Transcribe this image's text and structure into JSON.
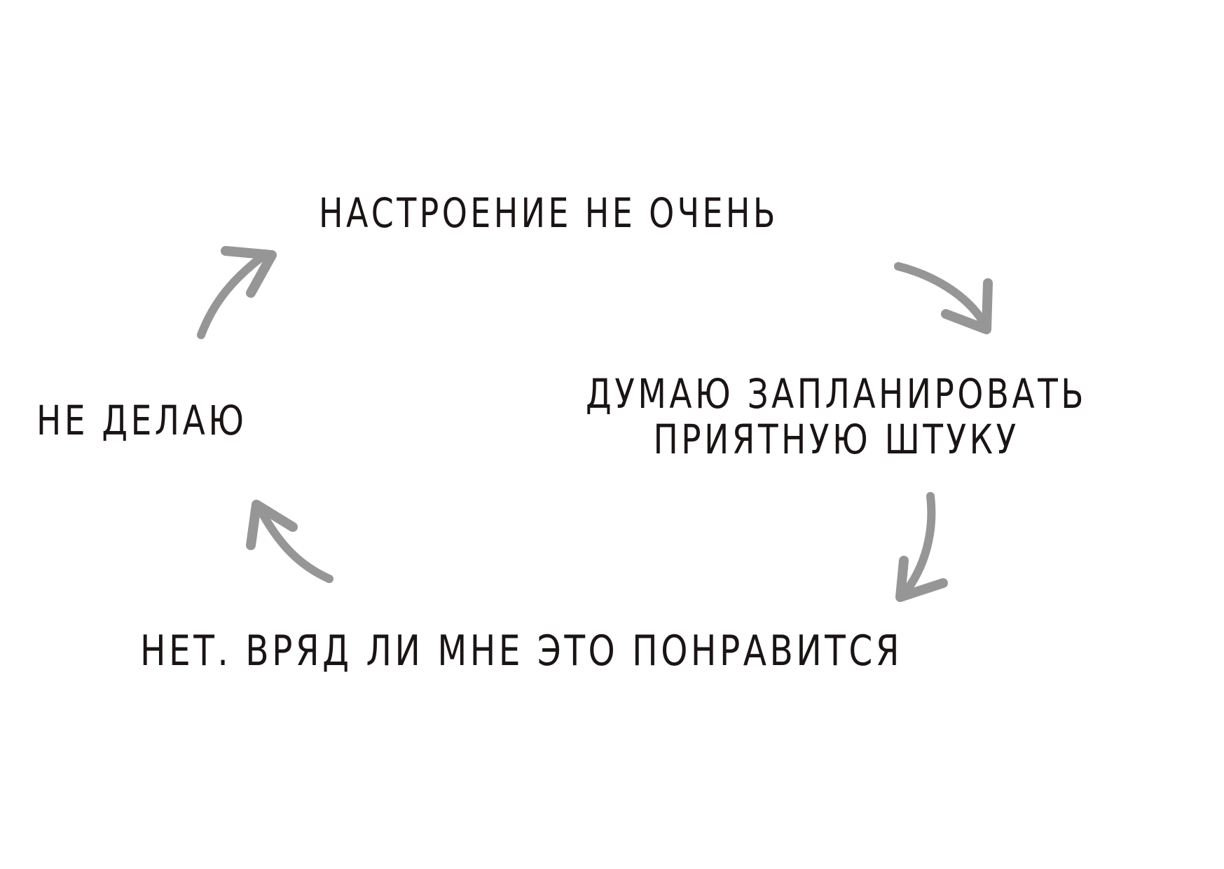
{
  "diagram": {
    "nodes": [
      {
        "id": "top",
        "lines": [
          "НАСТРОЕНИЕ НЕ ОЧЕНЬ"
        ]
      },
      {
        "id": "right",
        "lines": [
          "ДУМАЮ ЗАПЛАНИРОВАТЬ",
          "ПРИЯТНУЮ ШТУКУ"
        ]
      },
      {
        "id": "bottom",
        "lines": [
          "НЕТ. ВРЯД ЛИ МНЕ ЭТО ПОНРАВИТСЯ"
        ]
      },
      {
        "id": "left",
        "lines": [
          "НЕ ДЕЛАЮ"
        ]
      }
    ],
    "edges": [
      {
        "from": "top",
        "to": "right"
      },
      {
        "from": "right",
        "to": "bottom"
      },
      {
        "from": "bottom",
        "to": "left"
      },
      {
        "from": "left",
        "to": "top"
      }
    ],
    "colors": {
      "text": "#1a1414",
      "arrow": "#969696",
      "background": "#ffffff"
    }
  }
}
